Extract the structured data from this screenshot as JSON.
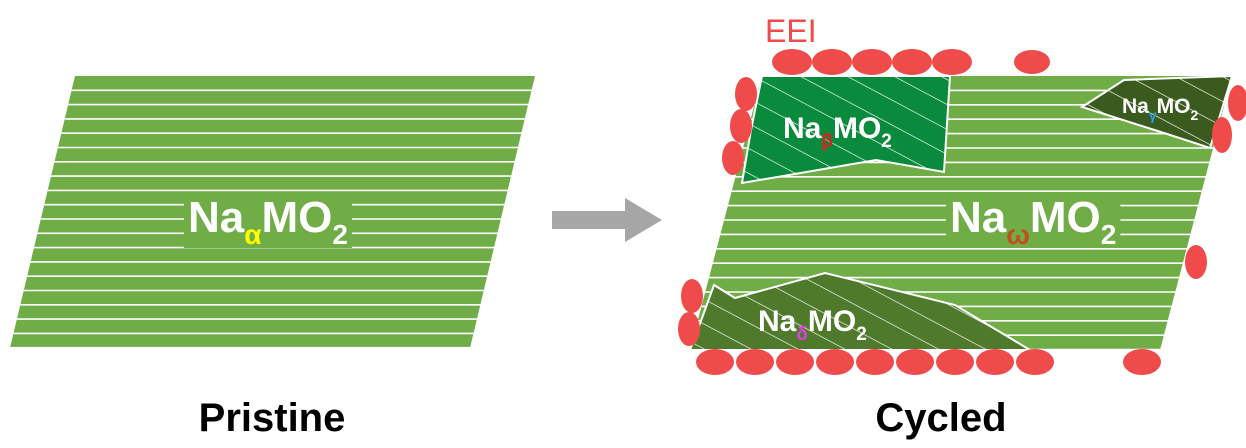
{
  "pristine": {
    "caption": "Pristine",
    "phase": {
      "base": "Na",
      "sub": "α",
      "suffix": "MO",
      "sub2": "2",
      "sub_color": "#ffff00"
    }
  },
  "cycled": {
    "caption": "Cycled",
    "eei_label": "EEI",
    "bulk": {
      "base": "Na",
      "sub": "ω",
      "suffix": "MO",
      "sub2": "2",
      "sub_color": "#c0501e"
    },
    "beta": {
      "base": "Na",
      "sub": "β",
      "suffix": "MO",
      "sub2": "2",
      "sub_color": "#e0201e"
    },
    "gamma": {
      "base": "Na",
      "sub": "γ",
      "suffix": "MO",
      "sub2": "2",
      "sub_color": "#2aa0e0"
    },
    "delta": {
      "base": "Na",
      "sub": "δ",
      "suffix": "MO",
      "sub2": "2",
      "sub_color": "#e040e0"
    }
  },
  "colors": {
    "layer_green": "#70ad47",
    "beta_green": "#0a8a3c",
    "dark_green": "#3a5a1e",
    "mid_green": "#4f7a2c",
    "eei_red": "#f04b4b",
    "arrow_gray": "#a6a6a6"
  }
}
